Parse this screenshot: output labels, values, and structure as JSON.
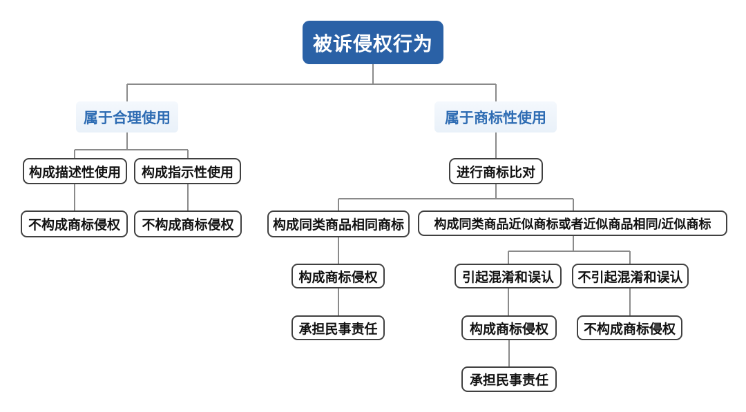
{
  "diagram": {
    "root_label": "被诉侵权行为",
    "fair_use": {
      "header": "属于合理使用",
      "descriptive_use": "构成描述性使用",
      "indicative_use": "构成指示性使用",
      "descriptive_result": "不构成商标侵权",
      "indicative_result": "不构成商标侵权"
    },
    "trademark_use": {
      "header": "属于商标性使用",
      "compare": "进行商标比对",
      "same_goods_same_mark": "构成同类商品相同商标",
      "similar_goods_mark": "构成同类商品近似商标或者近似商品相同/近似商标",
      "same_mark_infringement": "构成商标侵权",
      "same_mark_liability": "承担民事责任",
      "confusion": "引起混淆和误认",
      "no_confusion": "不引起混淆和误认",
      "confusion_infringement": "构成商标侵权",
      "confusion_liability": "承担民事责任",
      "no_confusion_result": "不构成商标侵权"
    },
    "colors": {
      "root_bg": "#2a61a6",
      "header_text": "#2e6cb3",
      "header_bg": "#eef4fb",
      "box_border": "#404040",
      "connector_line": "#8a8a8a"
    }
  }
}
